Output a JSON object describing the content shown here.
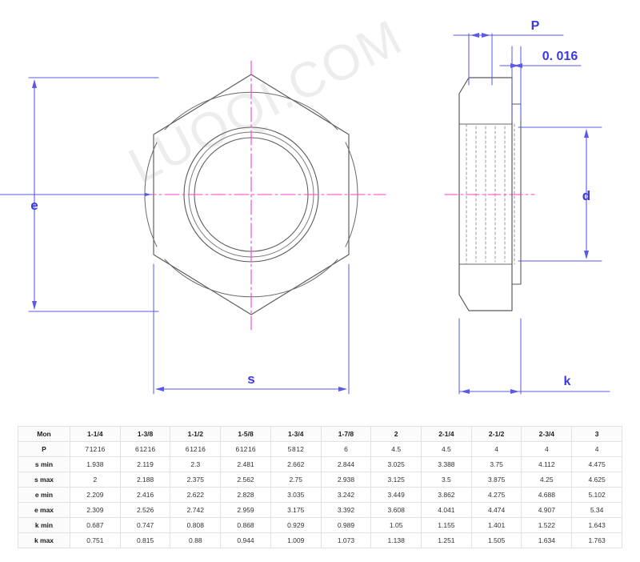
{
  "drawing": {
    "watermark_text": "LUOQI.COM",
    "colors": {
      "dimension_blue": "#5a5ae6",
      "centerline_magenta": "#ff3ec8",
      "outline_gray": "#5a5a5a",
      "watermark_gray": "#969696"
    },
    "front_view": {
      "name": "hex-nut-front-view",
      "dimension_e_label": "e",
      "dimension_s_label": "s"
    },
    "side_view": {
      "name": "hex-nut-side-view",
      "dimension_P_label": "P",
      "dimension_chamfer_label": "0. 016",
      "dimension_d_label": "d",
      "dimension_k_label": "k"
    }
  },
  "table": {
    "name": "hex-nut-dimension-table",
    "row_headers": [
      "Mon",
      "P",
      "s min",
      "s max",
      "e min",
      "e max",
      "k min",
      "k max"
    ],
    "columns": [
      "1-1/4",
      "1-3/8",
      "1-1/2",
      "1-5/8",
      "1-3/4",
      "1-7/8",
      "2",
      "2-1/4",
      "2-1/2",
      "2-3/4",
      "3"
    ],
    "rows": [
      {
        "label": "P",
        "values": [
          "7|12|16",
          "6|12|16",
          "6|12|16",
          "6|12|16",
          "5|8|12",
          "6",
          "4.5",
          "4.5",
          "4",
          "4",
          "4"
        ]
      },
      {
        "label": "s min",
        "values": [
          "1.938",
          "2.119",
          "2.3",
          "2.481",
          "2.662",
          "2.844",
          "3.025",
          "3.388",
          "3.75",
          "4.112",
          "4.475"
        ]
      },
      {
        "label": "s max",
        "values": [
          "2",
          "2.188",
          "2.375",
          "2.562",
          "2.75",
          "2.938",
          "3.125",
          "3.5",
          "3.875",
          "4.25",
          "4.625"
        ]
      },
      {
        "label": "e min",
        "values": [
          "2.209",
          "2.416",
          "2.622",
          "2.828",
          "3.035",
          "3.242",
          "3.449",
          "3.862",
          "4.275",
          "4.688",
          "5.102"
        ]
      },
      {
        "label": "e max",
        "values": [
          "2.309",
          "2.526",
          "2.742",
          "2.959",
          "3.175",
          "3.392",
          "3.608",
          "4.041",
          "4.474",
          "4.907",
          "5.34"
        ]
      },
      {
        "label": "k min",
        "values": [
          "0.687",
          "0.747",
          "0.808",
          "0.868",
          "0.929",
          "0.989",
          "1.05",
          "1.155",
          "1.401",
          "1.522",
          "1.643"
        ]
      },
      {
        "label": "k max",
        "values": [
          "0.751",
          "0.815",
          "0.88",
          "0.944",
          "1.009",
          "1.073",
          "1.138",
          "1.251",
          "1.505",
          "1.634",
          "1.763"
        ]
      }
    ]
  }
}
